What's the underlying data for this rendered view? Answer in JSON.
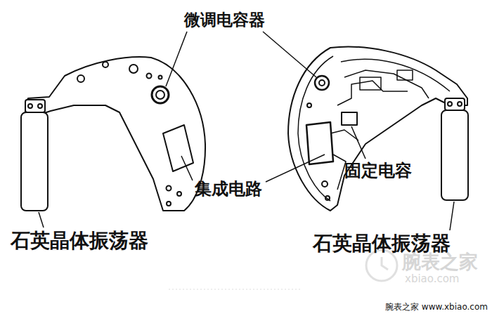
{
  "diagram": {
    "labels": [
      "微调电容器",
      "固定电容",
      "集成电路",
      "石英晶体振荡器",
      "石英晶体振荡器",
      "腕表之家",
      "xbiao.com",
      "腕表之家 www.xbiao.com"
    ]
  }
}
